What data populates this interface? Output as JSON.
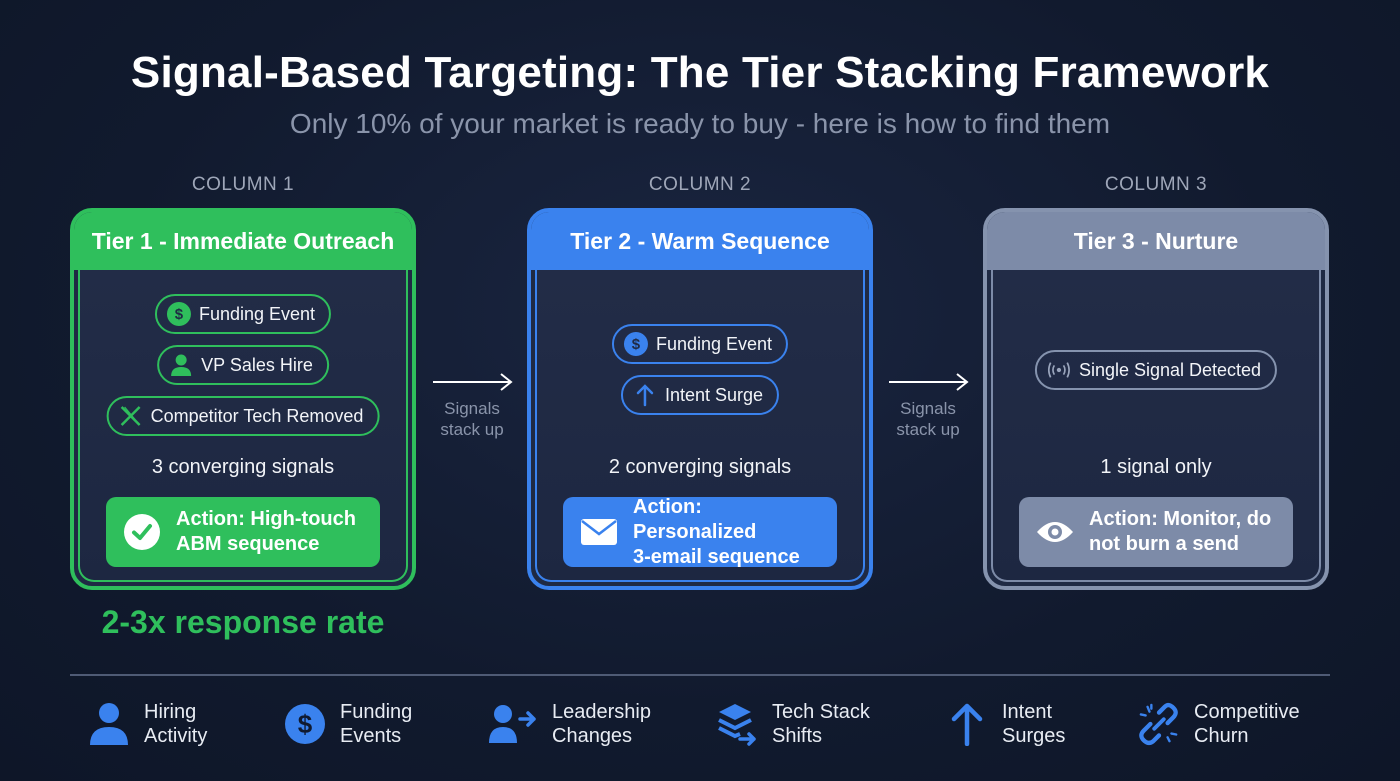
{
  "header": {
    "title": "Signal-Based Targeting: The Tier Stacking Framework",
    "subtitle": "Only 10% of your market is ready to buy - here is how to find them"
  },
  "columns": [
    {
      "label": "COLUMN 1",
      "tier_title": "Tier 1 - Immediate Outreach",
      "color": "#2fbf5c",
      "signals": [
        {
          "icon": "dollar-coin-icon",
          "label": "Funding Event"
        },
        {
          "icon": "person-icon",
          "label": "VP Sales Hire"
        },
        {
          "icon": "x-icon",
          "label": "Competitor Tech Removed"
        }
      ],
      "count_text": "3 converging signals",
      "action": {
        "icon": "check-circle-icon",
        "line1": "Action: High-touch",
        "line2": "ABM sequence"
      },
      "result": "2-3x response rate"
    },
    {
      "label": "COLUMN 2",
      "tier_title": "Tier 2 - Warm Sequence",
      "color": "#3a82ee",
      "signals": [
        {
          "icon": "dollar-coin-icon",
          "label": "Funding Event"
        },
        {
          "icon": "arrow-up-icon",
          "label": "Intent Surge"
        }
      ],
      "count_text": "2 converging signals",
      "action": {
        "icon": "envelope-icon",
        "line1": "Action: Personalized",
        "line2": "3-email sequence"
      }
    },
    {
      "label": "COLUMN 3",
      "tier_title": "Tier 3 - Nurture",
      "color": "#7d8ba8",
      "signals": [
        {
          "icon": "broadcast-icon",
          "label": "Single Signal Detected"
        }
      ],
      "count_text": "1 signal only",
      "action": {
        "icon": "eye-icon",
        "line1": "Action: Monitor, do",
        "line2": "not burn a send"
      }
    }
  ],
  "connectors": [
    {
      "line1": "Signals",
      "line2": "stack up"
    },
    {
      "line1": "Signals",
      "line2": "stack up"
    }
  ],
  "legend": [
    {
      "icon": "person-icon",
      "line1": "Hiring",
      "line2": "Activity"
    },
    {
      "icon": "dollar-coin-icon",
      "line1": "Funding",
      "line2": "Events"
    },
    {
      "icon": "person-arrow-icon",
      "line1": "Leadership",
      "line2": "Changes"
    },
    {
      "icon": "layers-arrow-icon",
      "line1": "Tech Stack",
      "line2": "Shifts"
    },
    {
      "icon": "arrow-up-icon",
      "line1": "Intent",
      "line2": "Surges"
    },
    {
      "icon": "broken-link-icon",
      "line1": "Competitive",
      "line2": "Churn"
    }
  ],
  "colors": {
    "background": "#121b30",
    "tier1": "#2fbf5c",
    "tier2": "#3a82ee",
    "tier3": "#7d8ba8",
    "legend_icon": "#3a82ee"
  }
}
